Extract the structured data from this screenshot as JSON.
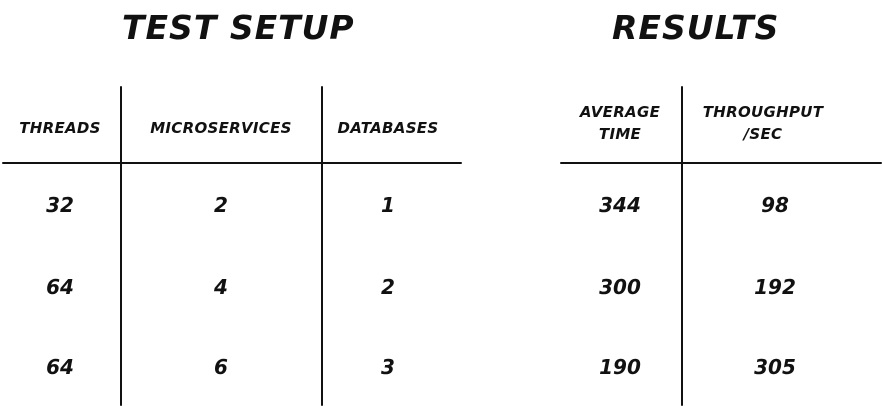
{
  "setup": {
    "title": "Test Setup",
    "headers": [
      "Threads",
      "Microservices",
      "Databases"
    ],
    "rows": [
      [
        "32",
        "2",
        "1"
      ],
      [
        "64",
        "4",
        "2"
      ],
      [
        "64",
        "6",
        "3"
      ]
    ]
  },
  "results": {
    "title": "Results",
    "headers": [
      "Average\nTime",
      "Throughput\n/sec"
    ],
    "rows": [
      [
        "344",
        "98"
      ],
      [
        "300",
        "192"
      ],
      [
        "190",
        "305"
      ]
    ]
  }
}
